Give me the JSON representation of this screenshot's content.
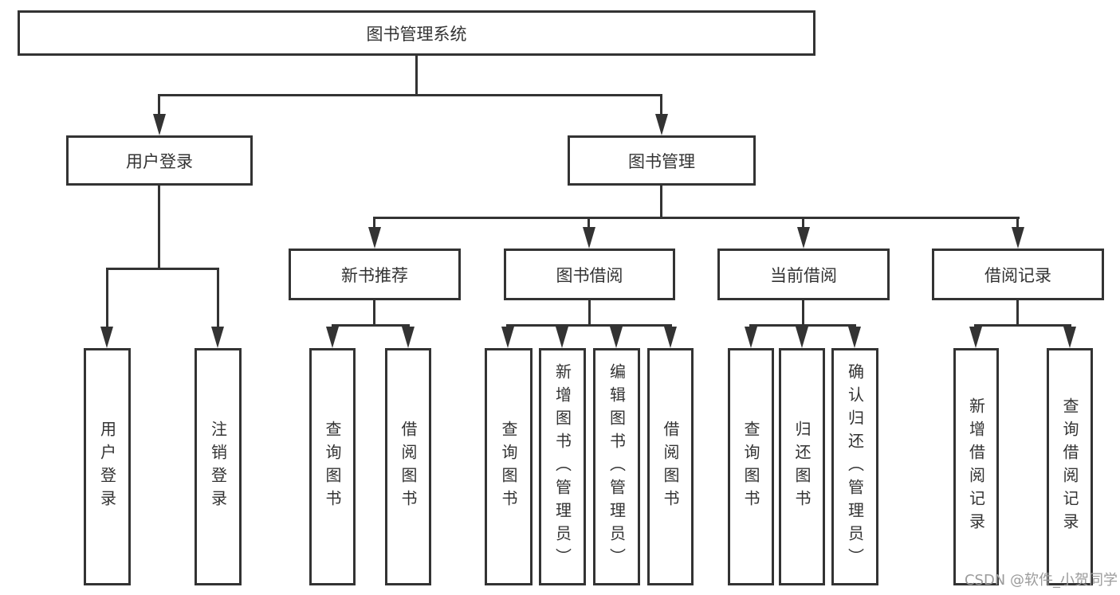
{
  "tree": {
    "root": {
      "label": "图书管理系统",
      "children": [
        {
          "label": "用户登录",
          "children": [
            {
              "label": "用户登录"
            },
            {
              "label": "注销登录"
            }
          ]
        },
        {
          "label": "图书管理",
          "children": [
            {
              "label": "新书推荐",
              "children": [
                {
                  "label": "查询图书"
                },
                {
                  "label": "借阅图书"
                }
              ]
            },
            {
              "label": "图书借阅",
              "children": [
                {
                  "label": "查询图书"
                },
                {
                  "label": "新增图书（管理员）"
                },
                {
                  "label": "编辑图书（管理员）"
                },
                {
                  "label": "借阅图书"
                }
              ]
            },
            {
              "label": "当前借阅",
              "children": [
                {
                  "label": "查询图书"
                },
                {
                  "label": "归还图书"
                },
                {
                  "label": "确认归还（管理员）"
                }
              ]
            },
            {
              "label": "借阅记录",
              "children": [
                {
                  "label": "新增借阅记录"
                },
                {
                  "label": "查询借阅记录"
                }
              ]
            }
          ]
        }
      ]
    }
  },
  "watermark": {
    "text": "CSDN @软件_小贺同学"
  },
  "colors": {
    "line": "#333333",
    "text": "#333333",
    "watermark": "#9b9b9b",
    "background": "#ffffff"
  }
}
